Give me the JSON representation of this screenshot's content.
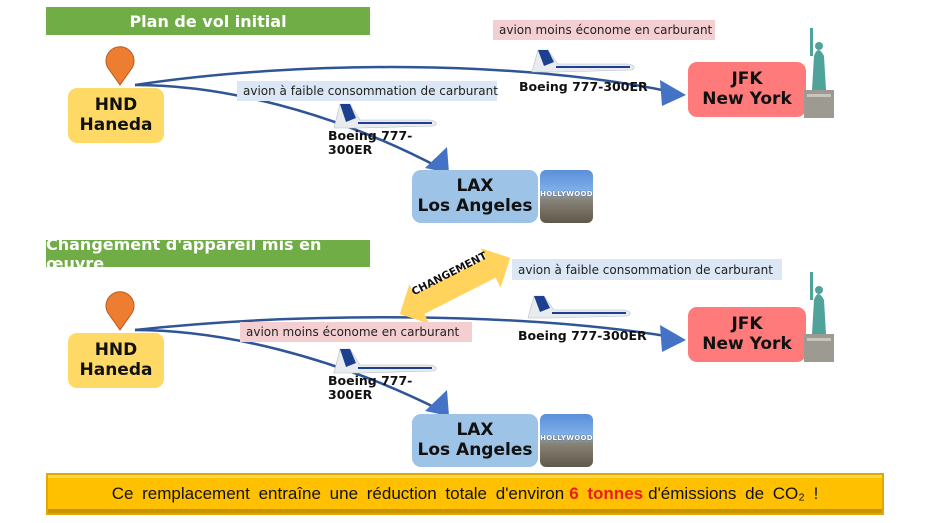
{
  "section1": {
    "title": "Plan de vol initial",
    "origin": {
      "code": "HND",
      "name": "Haneda"
    },
    "jfk": {
      "code": "JFK",
      "name": "New York"
    },
    "lax": {
      "code": "LAX",
      "name": "Los Angeles"
    },
    "jfk_route_tag": "avion moins économe en carburant",
    "lax_route_tag": "avion à faible consommation de carburant",
    "jfk_plane": "Boeing 777-300ER",
    "lax_plane_line1": "Boeing 777-",
    "lax_plane_line2": "300ER"
  },
  "section2": {
    "title": "Changement d'appareil mis en œuvre",
    "swap_arrow_label": "CHANGEMENT",
    "origin": {
      "code": "HND",
      "name": "Haneda"
    },
    "jfk": {
      "code": "JFK",
      "name": "New York"
    },
    "lax": {
      "code": "LAX",
      "name": "Los Angeles"
    },
    "jfk_route_tag": "avion à faible consommation de carburant",
    "lax_route_tag": "avion moins économe en carburant",
    "jfk_plane": "Boeing 777-300ER",
    "lax_plane_line1": "Boeing 777-",
    "lax_plane_line2": "300ER"
  },
  "landmarks": {
    "hollywood_sign": "HOLLYWOOD"
  },
  "banner": {
    "text_before": "Ce remplacement entraîne une réduction totale d'environ",
    "highlight": "6 tonnes",
    "text_after": "d'émissions de CO₂ !"
  },
  "colors": {
    "section_title_bg": "#70ad47",
    "haneda_bg": "#ffd966",
    "jfk_bg": "#ff7b7b",
    "lax_bg": "#9dc3e6",
    "route_line": "#2f5597",
    "arrowhead": "#4472c4",
    "pin": "#ed7d31",
    "banner_bg": "#ffc000",
    "highlight": "#e32020"
  }
}
